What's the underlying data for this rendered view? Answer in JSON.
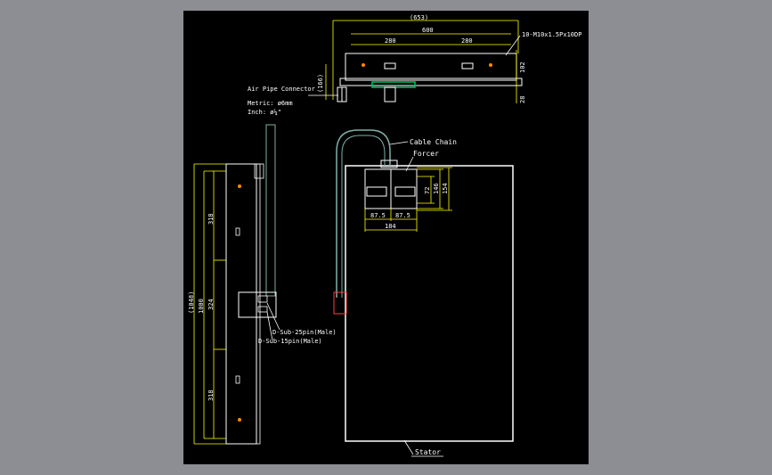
{
  "colors": {
    "background": "#000000",
    "outline": "#ffffff",
    "dimension": "#ffff00",
    "cable": "#7fb0a8",
    "connector": "#ff4040",
    "chain": "#00c060"
  },
  "top_view": {
    "dims": {
      "overall": "(653)",
      "inner": "600",
      "half_left": "280",
      "half_right": "280",
      "height": "(166)",
      "right_h": "102",
      "right_small": "28"
    },
    "tap_note": "10-M10x1.5Px10DP",
    "air_pipe": {
      "title": "Air Pipe Connector",
      "metric": "Metric: ø6mm",
      "inch": "Inch: ø¼\""
    }
  },
  "side_view": {
    "dims": {
      "overall": "(1048)",
      "total": "1000",
      "top": "318",
      "mid": "324",
      "bottom": "318"
    },
    "dsub25": "D-Sub-25pin(Male)",
    "dsub15": "D-Sub-15pin(Male)"
  },
  "front_view": {
    "cable_chain": "Cable Chain",
    "forcer": "Forcer",
    "stator": "Stator",
    "dims": {
      "d72": "72",
      "d146": "146",
      "d154": "154",
      "d875a": "87.5",
      "d875b": "87.5",
      "d184": "184"
    }
  }
}
